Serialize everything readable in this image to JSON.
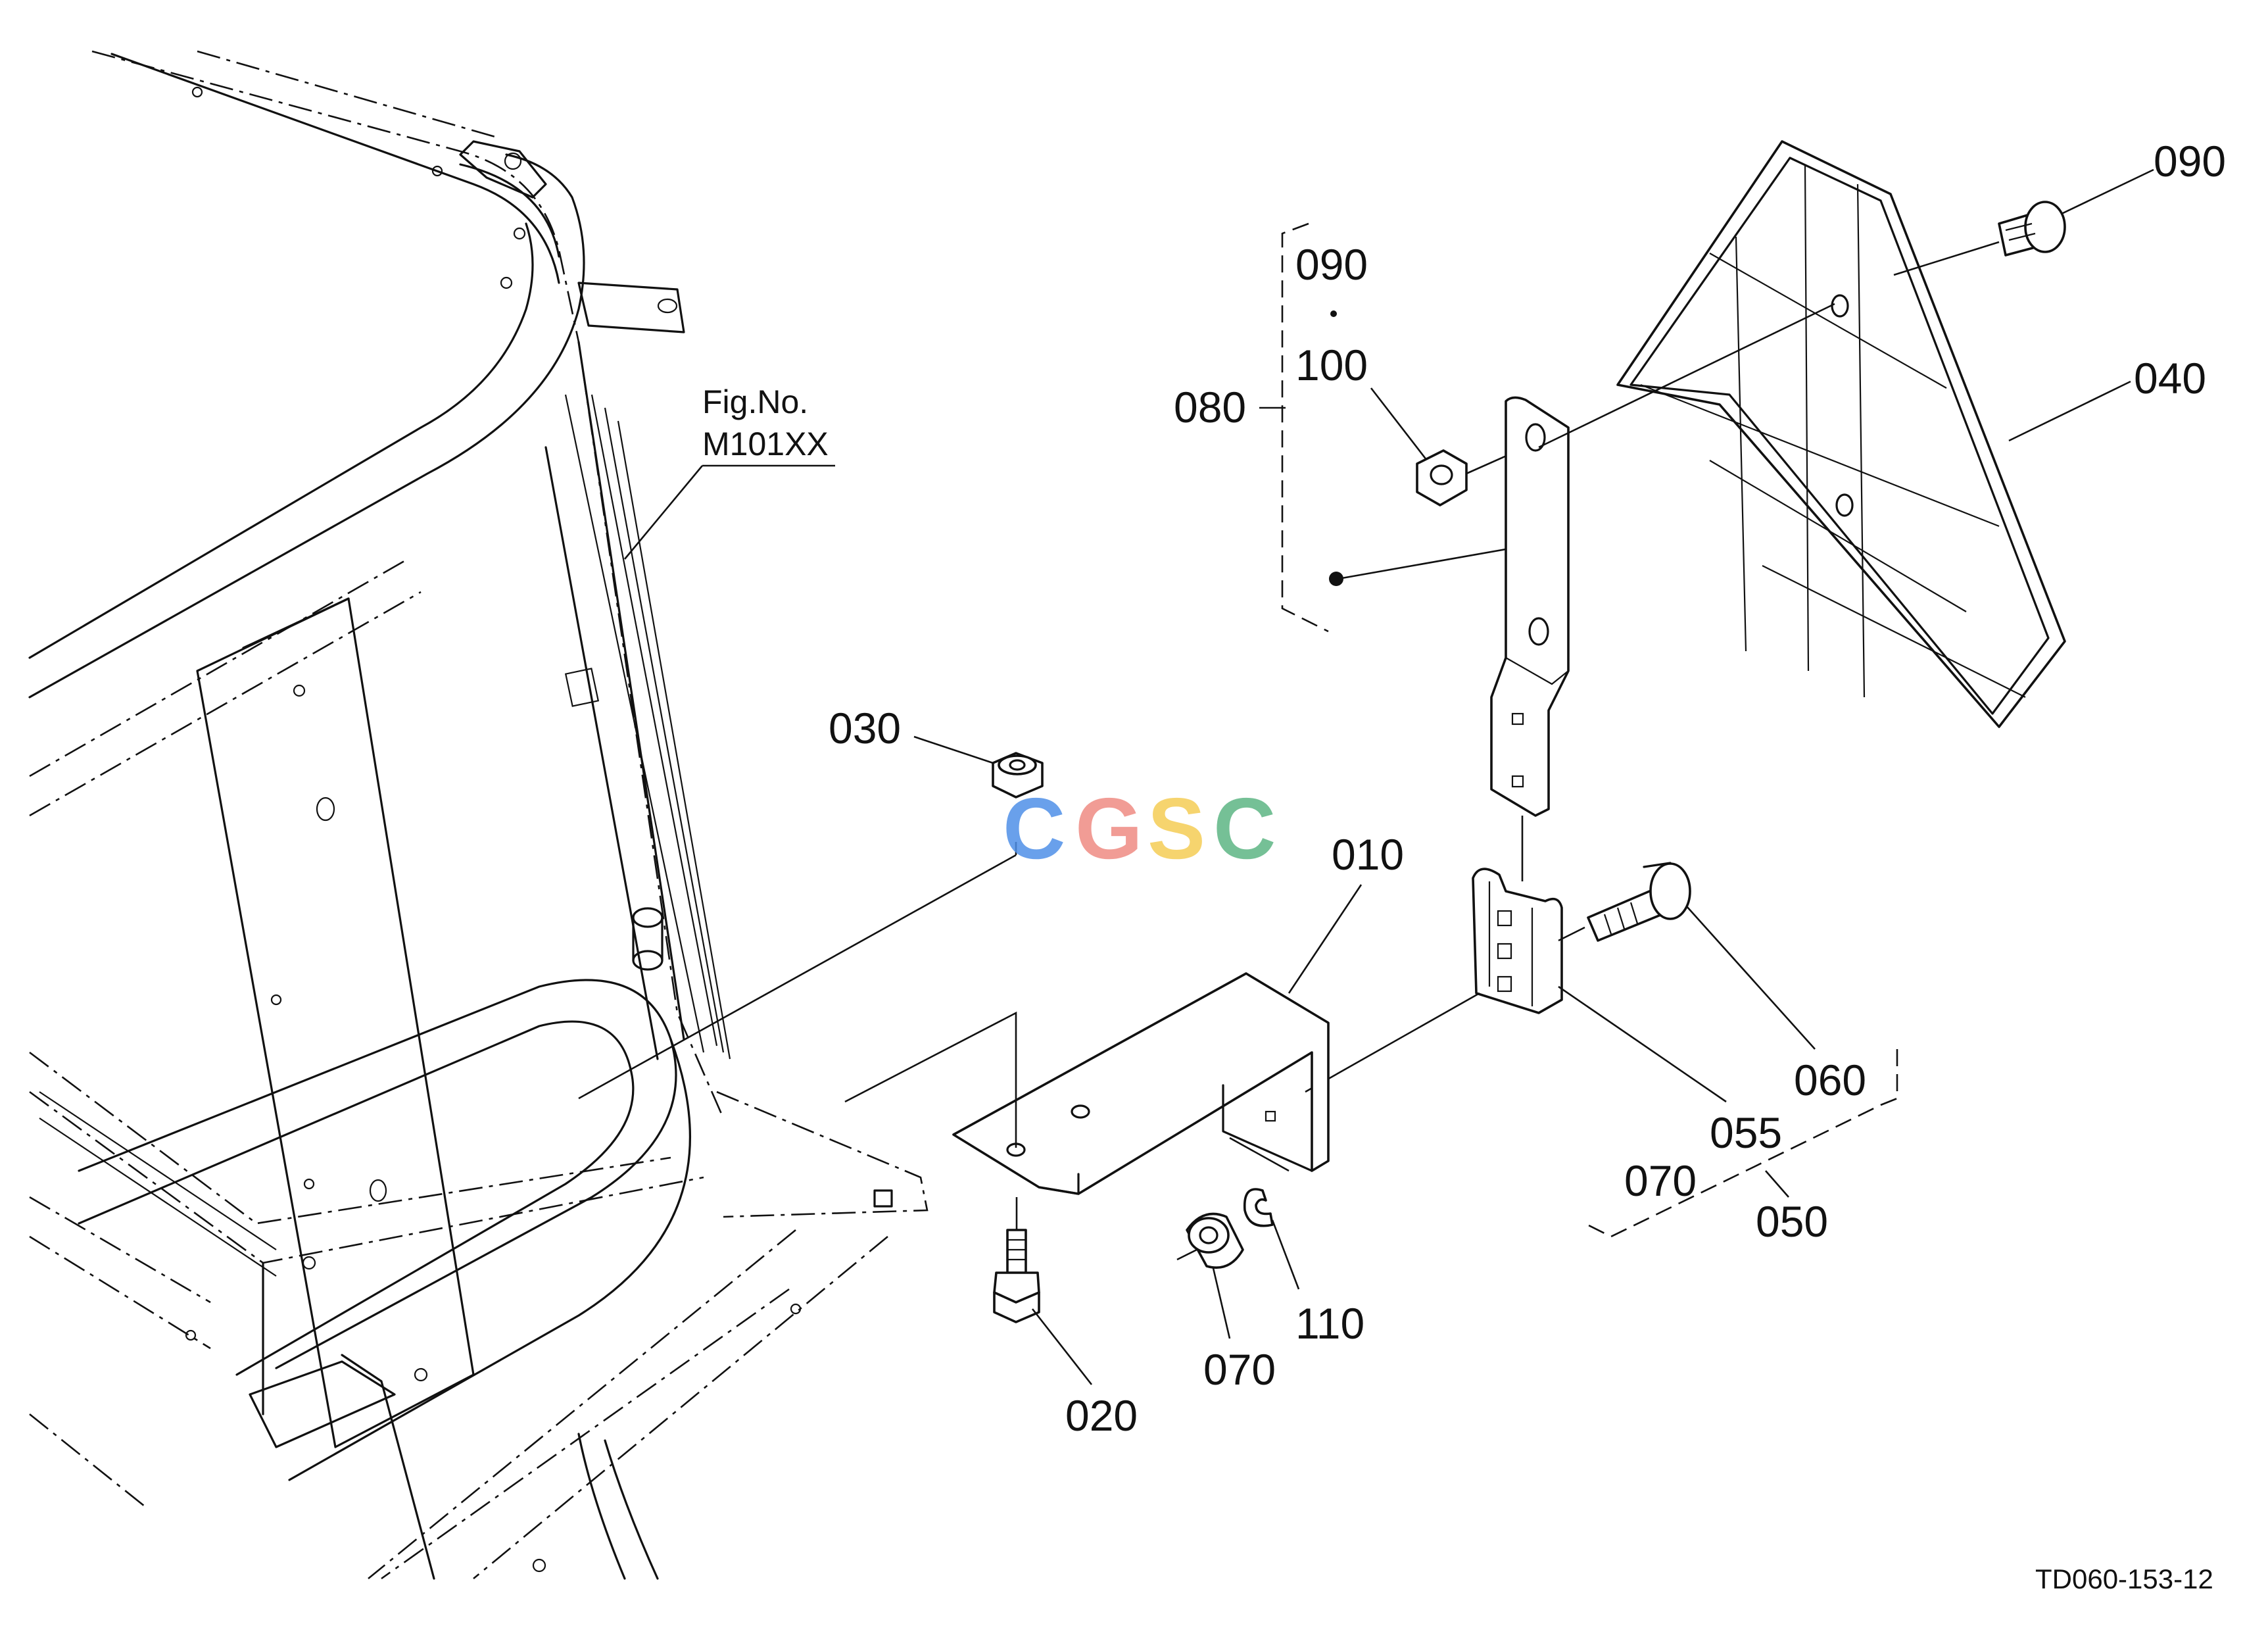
{
  "labels": {
    "l010": "010",
    "l020": "020",
    "l030": "030",
    "l040": "040",
    "l050": "050",
    "l055": "055",
    "l060": "060",
    "l070a": "070",
    "l070b": "070",
    "l080": "080",
    "l090a": "090",
    "l090b": "090",
    "l100": "100",
    "l110": "110"
  },
  "figure_ref": {
    "line1": "Fig.No.",
    "line2": "M101XX"
  },
  "drawing_code": "TD060-153-12",
  "watermark": {
    "letters": [
      "C",
      "G",
      "S",
      "C"
    ],
    "colors": [
      "#4f8fe8",
      "#e85a4f",
      "#f2c230",
      "#3aa56a"
    ]
  }
}
